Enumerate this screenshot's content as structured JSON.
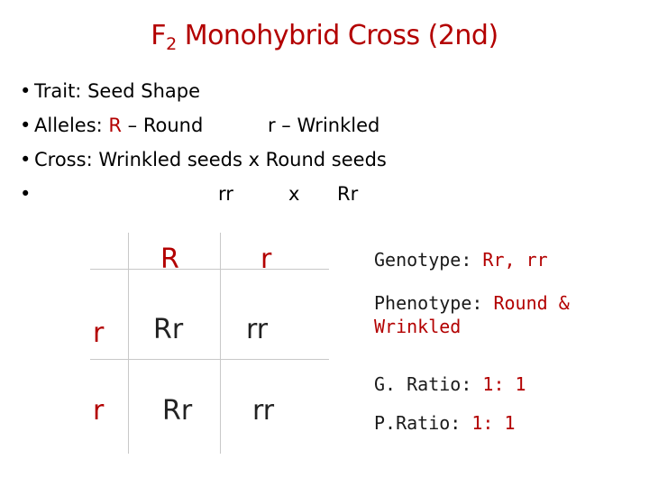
{
  "title": {
    "prefix": "F",
    "subscript": "2",
    "rest": " Monohybrid Cross (2nd)"
  },
  "bullets": {
    "trait_label": "Trait: Seed Shape",
    "alleles_label": "Alleles: ",
    "allele_dominant": "R",
    "allele_dominant_desc": " – Round",
    "allele_recessive_desc": "r – Wrinkled",
    "cross_label": "Cross:  Wrinkled seeds x   Round seeds",
    "cross_genotype_1": "rr",
    "cross_x": "x",
    "cross_genotype_2": "Rr"
  },
  "punnett": {
    "col_headers": [
      "R",
      "r"
    ],
    "row_headers": [
      "r",
      "r"
    ],
    "cells": [
      [
        "Rr",
        "rr"
      ],
      [
        "Rr",
        "rr"
      ]
    ]
  },
  "results": {
    "genotype_label": "Genotype: ",
    "genotype_value": "Rr, rr",
    "phenotype_label": "Phenotype: ",
    "phenotype_value_1": "Round &",
    "phenotype_value_2": "Wrinkled",
    "g_ratio_label": "G. Ratio:  ",
    "g_ratio_value": "1: 1",
    "p_ratio_label": "P.Ratio: ",
    "p_ratio_value": "1: 1"
  },
  "colors": {
    "accent": "#b30000",
    "grid": "#c8c8c8"
  }
}
